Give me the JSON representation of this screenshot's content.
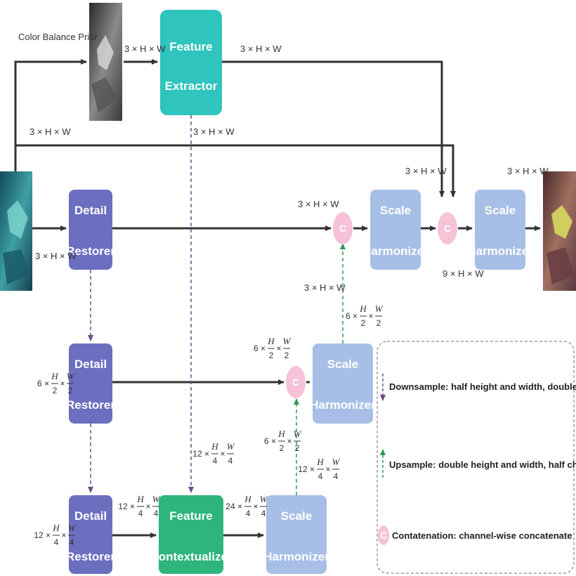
{
  "colors": {
    "feature_extractor": "#2fc4bd",
    "detail_restorer": "#6a6fc0",
    "feature_contextualizer": "#2db57c",
    "scale_harmonizer": "#a7bfe6",
    "concat": "#f5c2d8",
    "main_arrow": "#333333",
    "upsample_arrow": "#2e9a56",
    "downsample_arrow": "#6d4a8a"
  },
  "inputs": {
    "color_balance_prior": "Color Balance Prior"
  },
  "modules": {
    "feature_extractor": "Feature Extractor",
    "detail_restorer": "Detail Restorer",
    "feature_contextualizer": "Feature Contextualizer",
    "scale_harmonizer": "Scale Harmonizer"
  },
  "concat_symbol": "C",
  "labels": {
    "full3": "3 × H × W",
    "full9": "9 × H × W",
    "half6": "6 ×",
    "quarter12": "12 ×",
    "quarter24": "24 ×",
    "h": "H",
    "w": "W",
    "two": "2",
    "four": "4",
    "times": "×"
  },
  "legend": {
    "downsample": "Downsample: half height and width, double channels",
    "upsample": "Upsample: double height and width, half channels",
    "concat": "Contatenation: channel-wise  concatenate"
  }
}
